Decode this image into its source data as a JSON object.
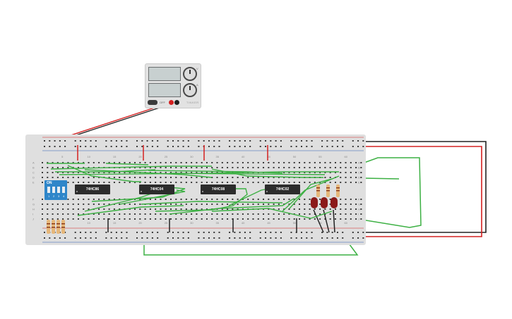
{
  "power_supply": {
    "off_label": "OFF",
    "brand": "TINKER",
    "voltage_knob_label": "V",
    "current_knob_label": "A",
    "display_voltage": "",
    "display_current": ""
  },
  "breadboard": {
    "column_numbers": [
      "5",
      "10",
      "15",
      "20",
      "25",
      "30",
      "35",
      "40",
      "45",
      "50",
      "55",
      "60"
    ],
    "row_letters_top": [
      "A",
      "B",
      "C",
      "D",
      "E"
    ],
    "row_letters_bottom": [
      "F",
      "G",
      "H",
      "I",
      "J"
    ]
  },
  "dip_switch": {
    "on_label": "ON",
    "numbers": [
      "1",
      "2",
      "3",
      "4"
    ]
  },
  "chips": [
    {
      "label": "74HC86"
    },
    {
      "label": "74HC04"
    },
    {
      "label": "74HC08"
    },
    {
      "label": "74HC02"
    }
  ],
  "leds": {
    "count": 3,
    "color": "#8b1a1a"
  },
  "resistors": {
    "led_count": 3,
    "input_count": 4
  },
  "wire_colors": {
    "green": "#3cb043",
    "red": "#d42020",
    "black": "#222222"
  }
}
